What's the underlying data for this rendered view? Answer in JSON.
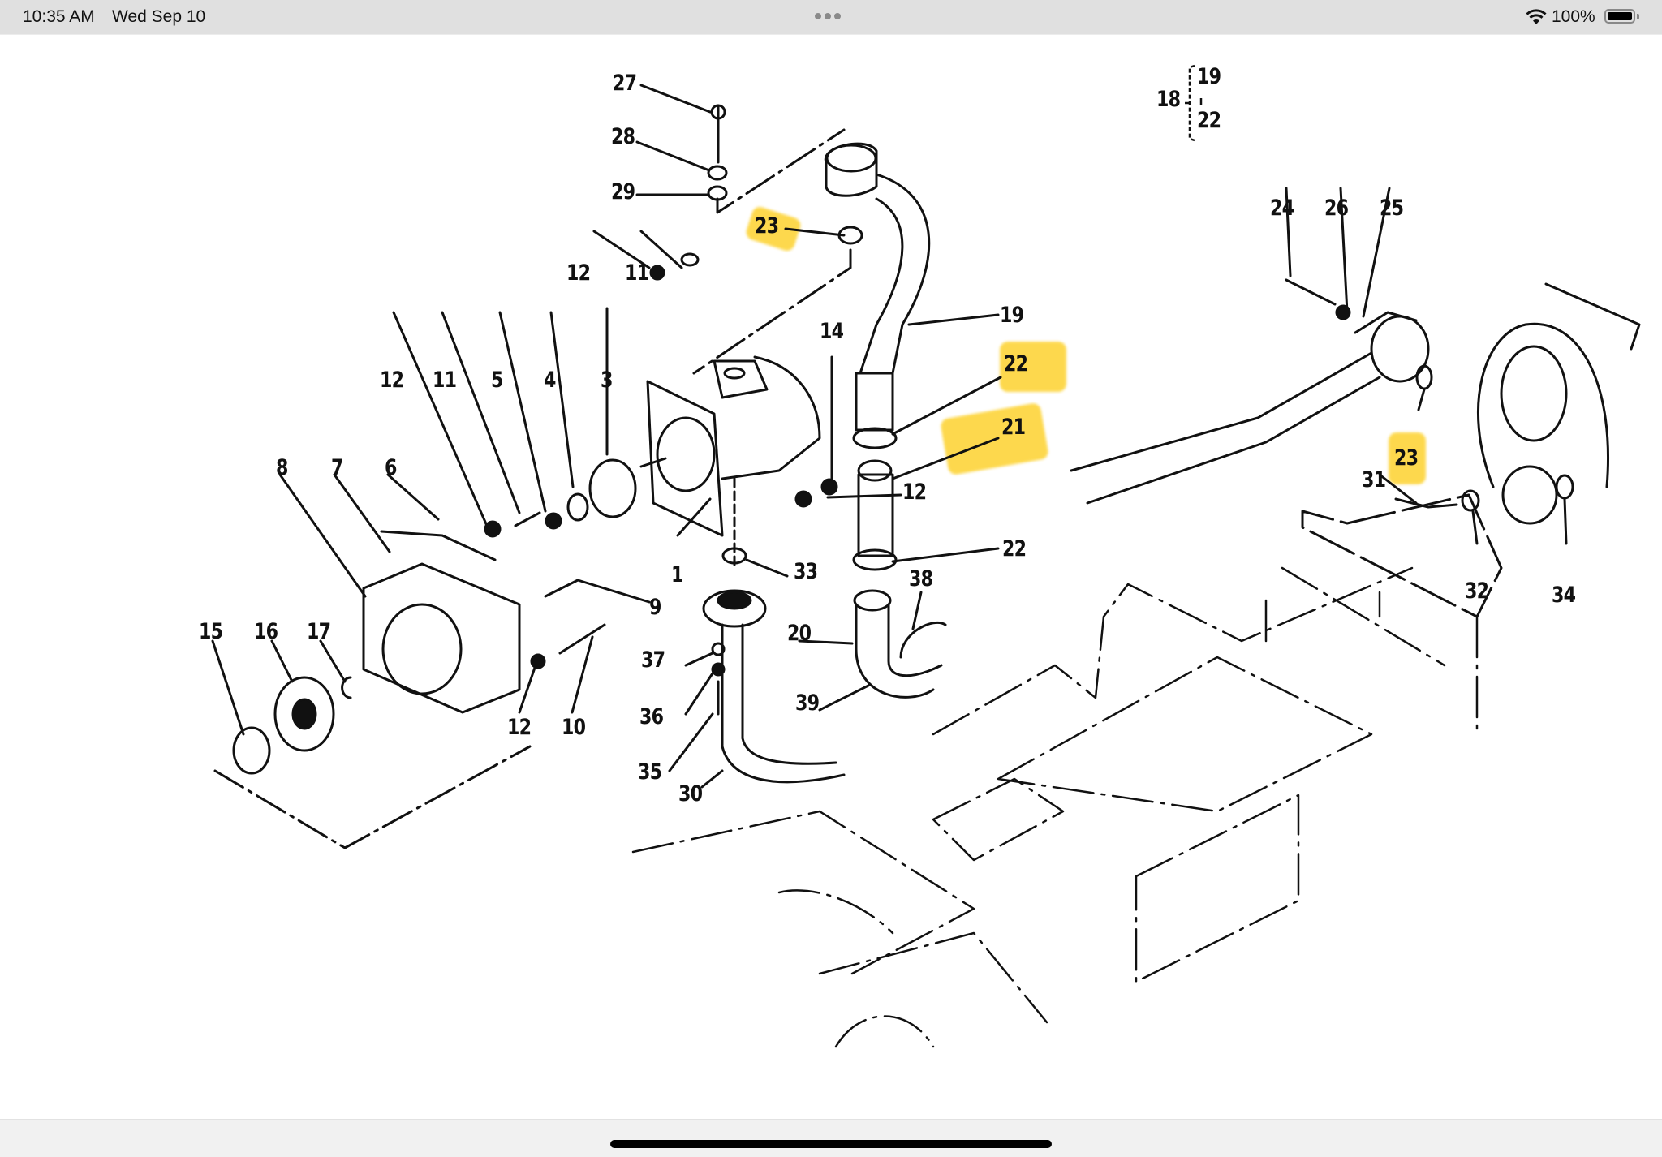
{
  "status_bar": {
    "time": "10:35 AM",
    "date": "Wed Sep 10",
    "battery_percent": "100%",
    "battery_level": 1.0,
    "wifi_icon": "wifi-icon",
    "battery_icon": "battery-icon",
    "multitask_icon": "more-dots-icon"
  },
  "diagram": {
    "title": "Exploded parts diagram - oil pump and pipe assembly",
    "highlight_color": "#fdd22e",
    "line_color": "#111111",
    "assembly_note": {
      "parent": "18",
      "range_start": "19",
      "range_end": "22"
    },
    "callouts": [
      {
        "id": "c27",
        "text": "27",
        "highlighted": false
      },
      {
        "id": "c28",
        "text": "28",
        "highlighted": false
      },
      {
        "id": "c29",
        "text": "29",
        "highlighted": false
      },
      {
        "id": "c23a",
        "text": "23",
        "highlighted": true
      },
      {
        "id": "c12a",
        "text": "12",
        "highlighted": false
      },
      {
        "id": "c11a",
        "text": "11",
        "highlighted": false
      },
      {
        "id": "c14",
        "text": "14",
        "highlighted": false
      },
      {
        "id": "c19",
        "text": "19",
        "highlighted": false
      },
      {
        "id": "c22a",
        "text": "22",
        "highlighted": true
      },
      {
        "id": "c21",
        "text": "21",
        "highlighted": true
      },
      {
        "id": "c12b",
        "text": "12",
        "highlighted": false
      },
      {
        "id": "c22b",
        "text": "22",
        "highlighted": false
      },
      {
        "id": "c33",
        "text": "33",
        "highlighted": false
      },
      {
        "id": "c38",
        "text": "38",
        "highlighted": false
      },
      {
        "id": "c20",
        "text": "20",
        "highlighted": false
      },
      {
        "id": "c39",
        "text": "39",
        "highlighted": false
      },
      {
        "id": "c12c",
        "text": "12",
        "highlighted": false
      },
      {
        "id": "c11b",
        "text": "11",
        "highlighted": false
      },
      {
        "id": "c5",
        "text": "5",
        "highlighted": false
      },
      {
        "id": "c4",
        "text": "4",
        "highlighted": false
      },
      {
        "id": "c3",
        "text": "3",
        "highlighted": false
      },
      {
        "id": "c8",
        "text": "8",
        "highlighted": false
      },
      {
        "id": "c7",
        "text": "7",
        "highlighted": false
      },
      {
        "id": "c6",
        "text": "6",
        "highlighted": false
      },
      {
        "id": "c1",
        "text": "1",
        "highlighted": false
      },
      {
        "id": "c9",
        "text": "9",
        "highlighted": false
      },
      {
        "id": "c15",
        "text": "15",
        "highlighted": false
      },
      {
        "id": "c16",
        "text": "16",
        "highlighted": false
      },
      {
        "id": "c17",
        "text": "17",
        "highlighted": false
      },
      {
        "id": "c12d",
        "text": "12",
        "highlighted": false
      },
      {
        "id": "c10",
        "text": "10",
        "highlighted": false
      },
      {
        "id": "c37",
        "text": "37",
        "highlighted": false
      },
      {
        "id": "c36",
        "text": "36",
        "highlighted": false
      },
      {
        "id": "c35",
        "text": "35",
        "highlighted": false
      },
      {
        "id": "c30",
        "text": "30",
        "highlighted": false
      },
      {
        "id": "c24",
        "text": "24",
        "highlighted": false
      },
      {
        "id": "c26",
        "text": "26",
        "highlighted": false
      },
      {
        "id": "c25",
        "text": "25",
        "highlighted": false
      },
      {
        "id": "c23b",
        "text": "23",
        "highlighted": true
      },
      {
        "id": "c31",
        "text": "31",
        "highlighted": false
      },
      {
        "id": "c32",
        "text": "32",
        "highlighted": false
      },
      {
        "id": "c34",
        "text": "34",
        "highlighted": false
      }
    ]
  },
  "home_indicator": "home-indicator"
}
